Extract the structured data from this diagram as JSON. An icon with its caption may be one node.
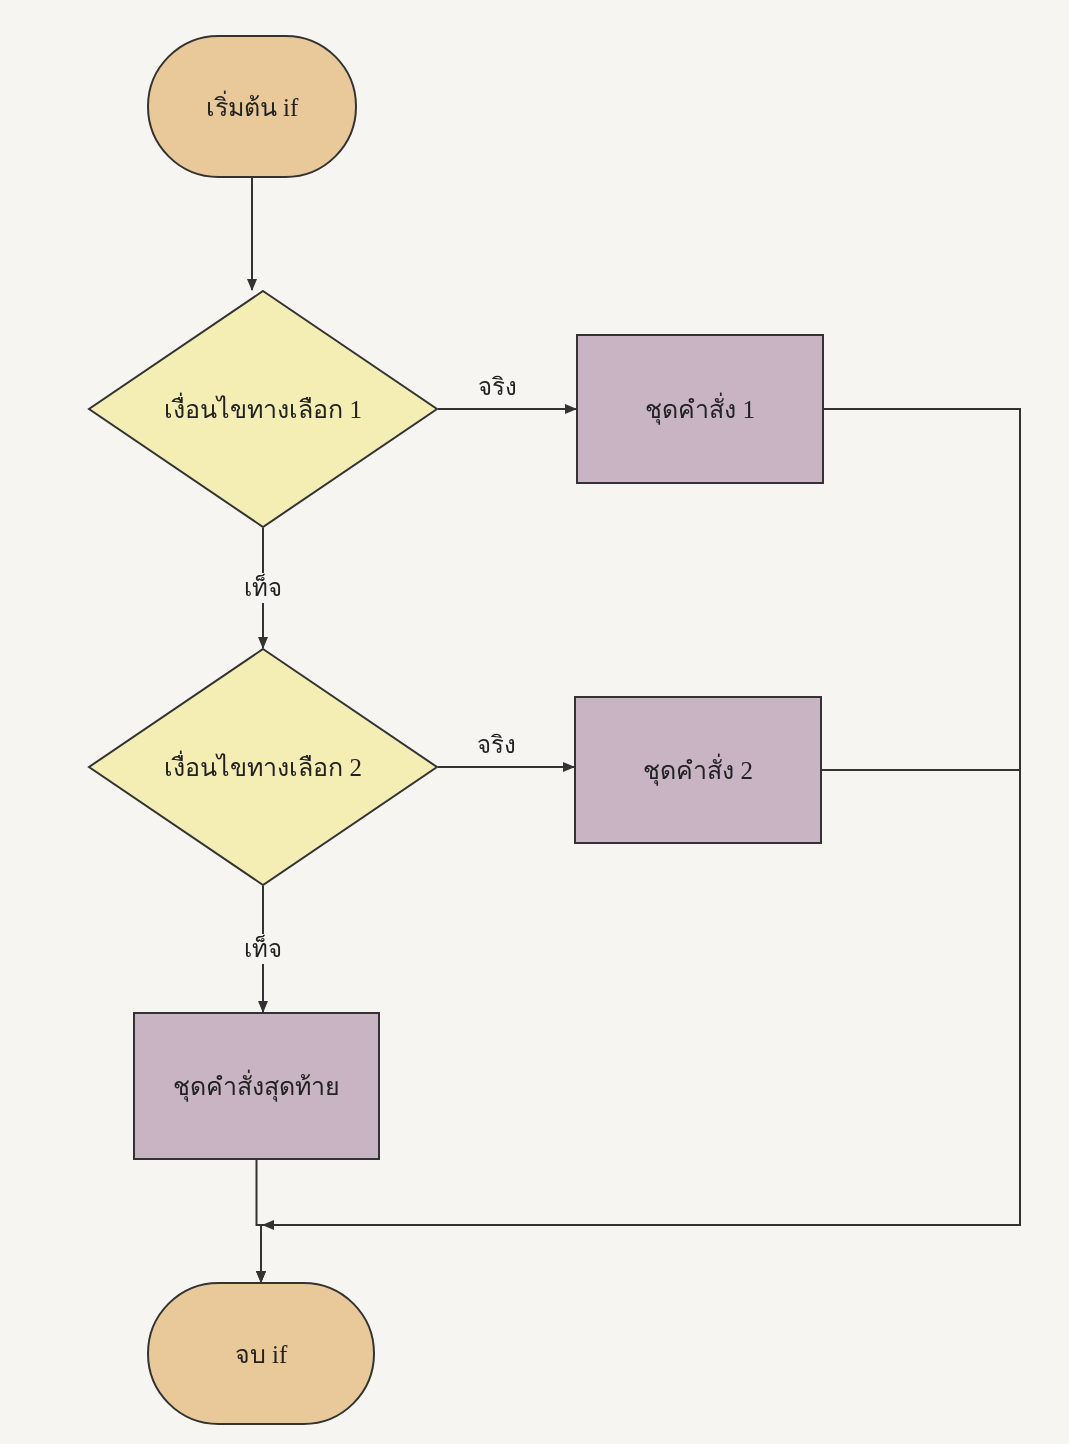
{
  "diagram": {
    "nodes": [
      {
        "text": [
          "เริ่มต้น if"
        ]
      },
      {
        "text": [
          "เงื่อนไขทางเลือก 1"
        ]
      },
      {
        "text": [
          "ชุดคำสั่ง 1"
        ]
      },
      {
        "text": [
          "เงื่อนไขทางเลือก 2"
        ]
      },
      {
        "text": [
          "ชุดคำสั่ง 2"
        ]
      },
      {
        "text": [
          "ชุดคำสั่งสุดท้าย"
        ]
      },
      {
        "text": [
          "จบ if"
        ]
      }
    ],
    "edges": [
      {
        "from": 0,
        "to": 1,
        "arrow": "to"
      },
      {
        "from": 1,
        "to": 2,
        "arrow": "to",
        "label": "จริง"
      },
      {
        "from": 1,
        "to": 3,
        "arrow": "to",
        "label": "เท็จ"
      },
      {
        "from": 3,
        "to": 4,
        "arrow": "to",
        "label": "จริง"
      },
      {
        "from": 3,
        "to": 5,
        "arrow": "to",
        "label": "เท็จ"
      },
      {
        "from": 2,
        "to": 6,
        "arrow": "to"
      },
      {
        "from": 4,
        "to": 6,
        "arrow": "to"
      },
      {
        "from": 5,
        "to": 6,
        "arrow": "to"
      }
    ]
  }
}
